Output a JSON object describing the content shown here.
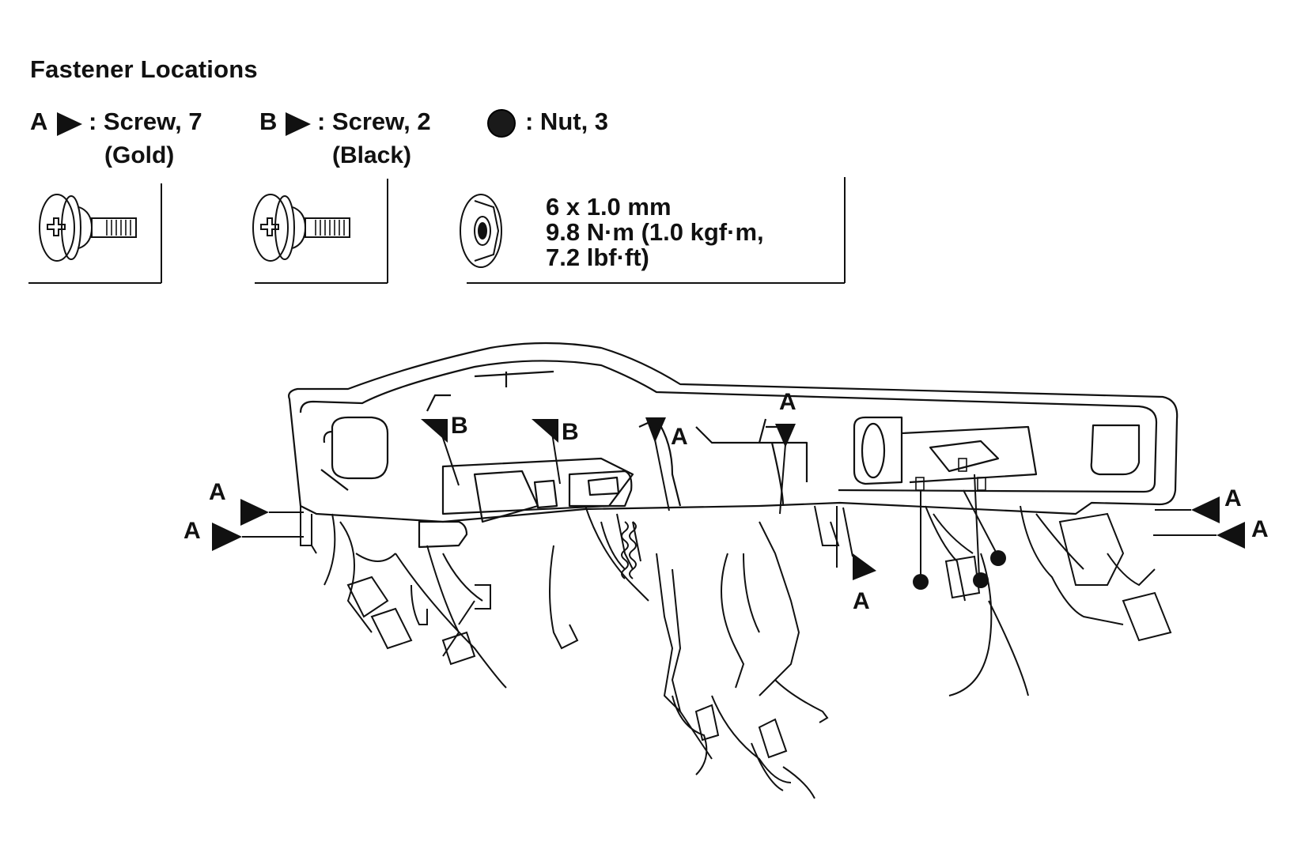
{
  "title": "Fastener Locations",
  "legend": {
    "a": {
      "letter": "A",
      "text": ": Screw, 7",
      "sub": "(Gold)"
    },
    "b": {
      "letter": "B",
      "text": ": Screw, 2",
      "sub": "(Black)"
    },
    "nut": {
      "text": ": Nut, 3"
    }
  },
  "nut_spec": {
    "line1": "6 x 1.0 mm",
    "line2": "9.8 N·m (1.0 kgf·m,",
    "line3": "7.2 lbf·ft)"
  },
  "callouts": {
    "b1": "B",
    "b2": "B",
    "a_top": "A",
    "a_center": "A",
    "a_left1": "A",
    "a_left2": "A",
    "a_right1": "A",
    "a_right2": "A",
    "a_mid_lower": "A"
  }
}
